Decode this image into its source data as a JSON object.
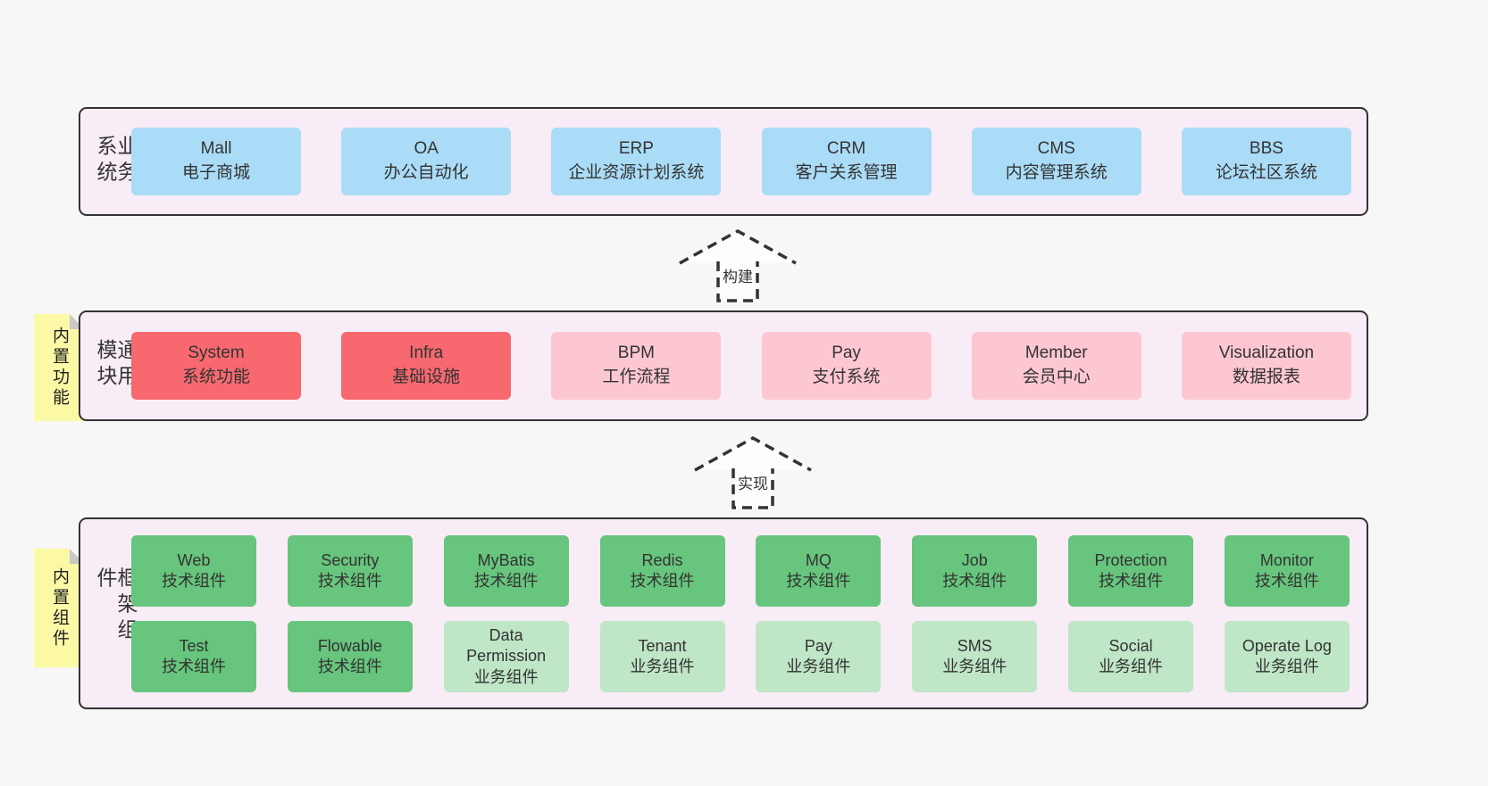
{
  "colors": {
    "bg": "#f7f7f7",
    "panelFill": "#f8edf6",
    "border": "#333333",
    "text": "#333333",
    "blue": "#aadcf7",
    "red": "#f7696f",
    "pink": "#fdc7d1",
    "green": "#67c57d",
    "lightgreen": "#bfe6c6",
    "sticky": "#fbf9a6",
    "fold": "#c9c9c9",
    "arrowFill": "#fdfdfd"
  },
  "arrows": [
    {
      "label": "构建"
    },
    {
      "label": "实现"
    }
  ],
  "layers": {
    "business": {
      "title": "业务系统",
      "items": [
        {
          "name": "Mall",
          "desc": "电子商城"
        },
        {
          "name": "OA",
          "desc": "办公自动化"
        },
        {
          "name": "ERP",
          "desc": "企业资源计划系统"
        },
        {
          "name": "CRM",
          "desc": "客户关系管理"
        },
        {
          "name": "CMS",
          "desc": "内容管理系统"
        },
        {
          "name": "BBS",
          "desc": "论坛社区系统"
        }
      ]
    },
    "modules": {
      "title": "通用模块",
      "sticky": "内置功能",
      "items": [
        {
          "name": "System",
          "desc": "系统功能"
        },
        {
          "name": "Infra",
          "desc": "基础设施"
        },
        {
          "name": "BPM",
          "desc": "工作流程"
        },
        {
          "name": "Pay",
          "desc": "支付系统"
        },
        {
          "name": "Member",
          "desc": "会员中心"
        },
        {
          "name": "Visualization",
          "desc": "数据报表"
        }
      ]
    },
    "framework": {
      "title": "框架组件",
      "sticky": "内置组件",
      "rows": [
        [
          {
            "name": "Web",
            "desc": "技术组件"
          },
          {
            "name": "Security",
            "desc": "技术组件"
          },
          {
            "name": "MyBatis",
            "desc": "技术组件"
          },
          {
            "name": "Redis",
            "desc": "技术组件"
          },
          {
            "name": "MQ",
            "desc": "技术组件"
          },
          {
            "name": "Job",
            "desc": "技术组件"
          },
          {
            "name": "Protection",
            "desc": "技术组件"
          },
          {
            "name": "Monitor",
            "desc": "技术组件"
          }
        ],
        [
          {
            "name": "Test",
            "desc": "技术组件"
          },
          {
            "name": "Flowable",
            "desc": "技术组件"
          },
          {
            "name": "Data Permission",
            "desc": "业务组件"
          },
          {
            "name": "Tenant",
            "desc": "业务组件"
          },
          {
            "name": "Pay",
            "desc": "业务组件"
          },
          {
            "name": "SMS",
            "desc": "业务组件"
          },
          {
            "name": "Social",
            "desc": "业务组件"
          },
          {
            "name": "Operate Log",
            "desc": "业务组件"
          }
        ]
      ]
    }
  }
}
